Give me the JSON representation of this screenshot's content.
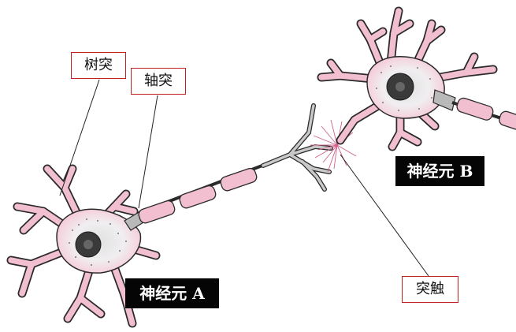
{
  "labels": {
    "dendrite": "树突",
    "axon": "轴突",
    "synapse": "突触",
    "neuron_a": "神经元 A",
    "neuron_b": "神经元 B"
  },
  "colors": {
    "membrane_pink": "#f2bfd0",
    "outline": "#2a2a2a",
    "tag_border": "#c0201f",
    "name_background": "#050505",
    "nucleus": "#3a3a3a",
    "axon_hillock": "#b9b9b9"
  }
}
